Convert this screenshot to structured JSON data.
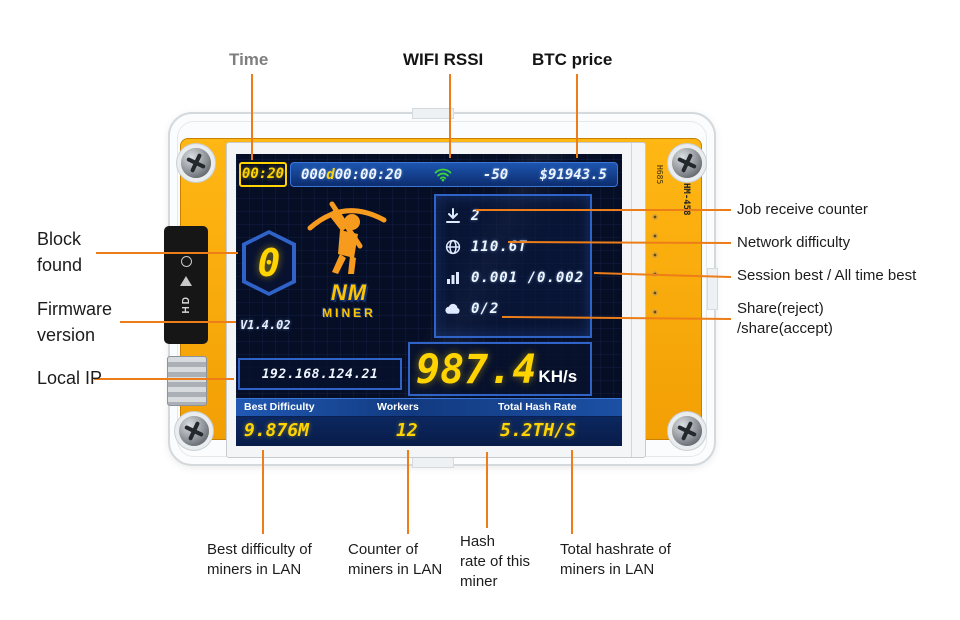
{
  "annotations": {
    "time": "Time",
    "wifi_rssi": "WIFI RSSI",
    "btc_price": "BTC price",
    "block_found": [
      "Block",
      "found"
    ],
    "firmware_version": [
      "Firmware",
      "version"
    ],
    "local_ip": "Local IP",
    "job_receive_counter": "Job receive counter",
    "network_difficulty": "Network difficulty",
    "session_best": "Session best / All time best",
    "share": [
      "Share(reject)",
      "/share(accept)"
    ],
    "best_difficulty_lan": [
      "Best difficulty of",
      "miners in LAN"
    ],
    "counter_lan": [
      "Counter of",
      "miners in LAN"
    ],
    "hashrate_miner": [
      "Hash",
      "rate of this",
      "miner"
    ],
    "total_hashrate_lan": [
      "Total hashrate of",
      "miners in LAN"
    ]
  },
  "screen": {
    "time": "00:20",
    "uptime_days": "000",
    "uptime_sep": "d",
    "uptime_hms": "00:00:20",
    "rssi": "-50",
    "btc_price": "$91943.5",
    "block_found": "0",
    "brand_top": "NM",
    "brand_bottom": "MINER",
    "firmware": "V1.4.02",
    "stats": {
      "jobs": "2",
      "network_difficulty": "110.6T",
      "session_best": "0.001 /0.002",
      "shares": "0/2"
    },
    "local_ip": "192.168.124.21",
    "hashrate_value": "987.4",
    "hashrate_unit": "KH/s",
    "footer": {
      "best_difficulty_label": "Best Difficulty",
      "best_difficulty_value": "9.876M",
      "workers_label": "Workers",
      "workers_value": "12",
      "total_hashrate_label": "Total Hash Rate",
      "total_hashrate_value": "5.2TH/S"
    }
  },
  "pcb": {
    "left_label": "HD",
    "right_label_1": "H685",
    "right_label_2": "HM-458"
  },
  "colors": {
    "leader_line": "#ed7d18",
    "lcd_yellow": "#ffd400",
    "lcd_blue": "#2f63c8",
    "pcb_orange": "#f2a007",
    "wifi_green": "#3ad43a"
  }
}
